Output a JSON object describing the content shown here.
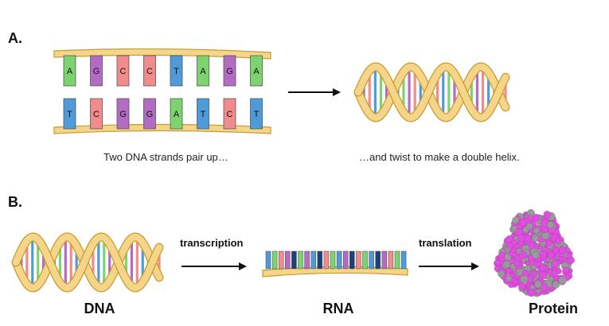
{
  "panel_a": {
    "label": "A.",
    "top_strand_bases": [
      "A",
      "G",
      "C",
      "C",
      "T",
      "A",
      "G",
      "A"
    ],
    "bottom_strand_bases": [
      "T",
      "C",
      "G",
      "G",
      "A",
      "T",
      "C",
      "T"
    ],
    "left_caption": "Two DNA strands pair up…",
    "right_caption": "…and twist to make a double helix."
  },
  "panel_b": {
    "label": "B.",
    "dna_label": "DNA",
    "rna_label": "RNA",
    "protein_label": "Protein",
    "arrow1_label": "transcription",
    "arrow2_label": "translation"
  },
  "colors": {
    "backbone": "#f5d58a",
    "backbone_stroke": "#c89a2a",
    "A": "#7dd36f",
    "G": "#b36bc4",
    "C": "#f28b8b",
    "T": "#4f9bd9",
    "protein_main": "#e04ee0",
    "protein_alt": "#9a9a9a",
    "rna_dark": "#1e3f7a"
  }
}
